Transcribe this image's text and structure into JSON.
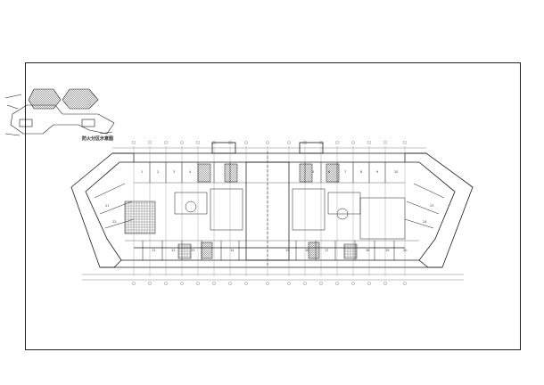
{
  "drawing": {
    "legend_caption": "防火分区示意图",
    "room_tags": [
      "1",
      "2",
      "3",
      "4",
      "5",
      "6",
      "7",
      "8",
      "9",
      "10",
      "11",
      "12",
      "13",
      "14",
      "15",
      "16",
      "17",
      "18",
      "19",
      "20",
      "21",
      "22",
      "23",
      "24"
    ],
    "colors": {
      "ink": "#1a1a1a",
      "light": "#9a9a9a",
      "hatch": "#444444",
      "paper": "#ffffff"
    }
  }
}
